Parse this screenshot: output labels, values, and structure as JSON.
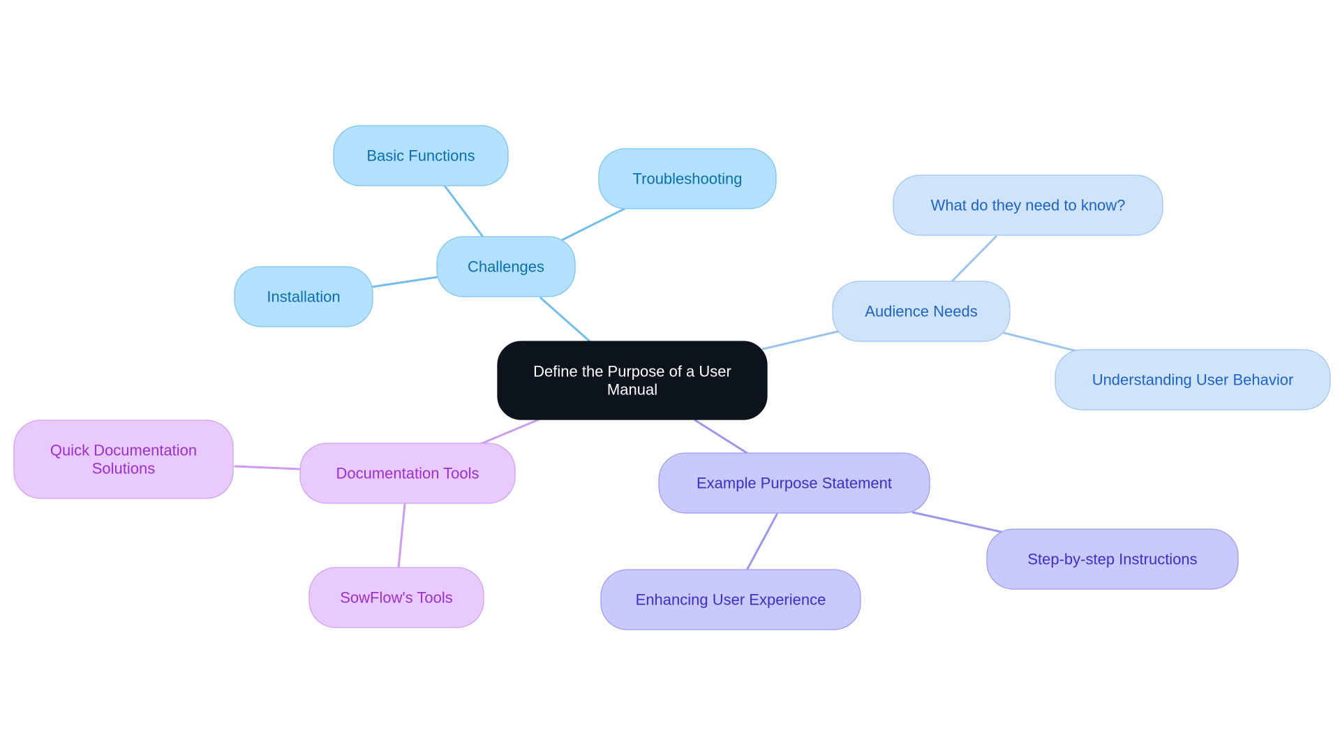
{
  "colors": {
    "background": "#ffffff",
    "root": {
      "fill": "#0d131c",
      "stroke": "#0d131c",
      "text": "#ffffff"
    },
    "challenges": {
      "fill": "#b3e0fd",
      "stroke": "#7cc4ee",
      "text": "#0a6fae",
      "edge": "#72bde9"
    },
    "audience": {
      "fill": "#cfe3fb",
      "stroke": "#9fc4f1",
      "text": "#1d63c7",
      "edge": "#9cc2ee"
    },
    "purpose": {
      "fill": "#c9c9fd",
      "stroke": "#9c9cf2",
      "text": "#3b30c8",
      "edge": "#9a98ec"
    },
    "tools": {
      "fill": "#e8cafc",
      "stroke": "#cf9ff2",
      "text": "#9b2fd0",
      "edge": "#cd9bef"
    }
  },
  "diagram": {
    "root": {
      "label_lines": [
        "Define the Purpose of a User",
        "Manual"
      ]
    },
    "branches": [
      {
        "key": "challenges",
        "label": "Challenges",
        "children": [
          {
            "label": "Basic Functions"
          },
          {
            "label": "Troubleshooting"
          },
          {
            "label": "Installation"
          }
        ]
      },
      {
        "key": "audience",
        "label": "Audience Needs",
        "children": [
          {
            "label": "What do they need to know?"
          },
          {
            "label": "Understanding User Behavior"
          }
        ]
      },
      {
        "key": "purpose",
        "label": "Example Purpose Statement",
        "children": [
          {
            "label": "Step-by-step Instructions"
          },
          {
            "label": "Enhancing User Experience"
          }
        ]
      },
      {
        "key": "tools",
        "label": "Documentation Tools",
        "children": [
          {
            "label_lines": [
              "Quick Documentation",
              "Solutions"
            ]
          },
          {
            "label": "SowFlow's Tools"
          }
        ]
      }
    ]
  }
}
